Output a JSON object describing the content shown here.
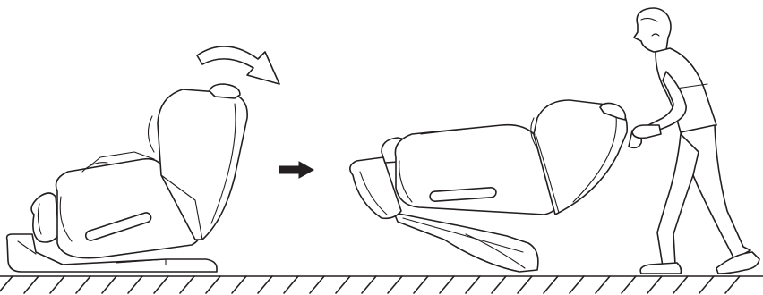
{
  "figure": {
    "steps": [
      "chair-upright",
      "chair-tilted-back-for-moving"
    ],
    "icons": [
      "rotate-arrow-icon",
      "next-step-arrow-icon",
      "hatched-floor"
    ],
    "colors": {
      "line": "#231f20",
      "background": "#ffffff",
      "fill": "#ffffff"
    }
  }
}
